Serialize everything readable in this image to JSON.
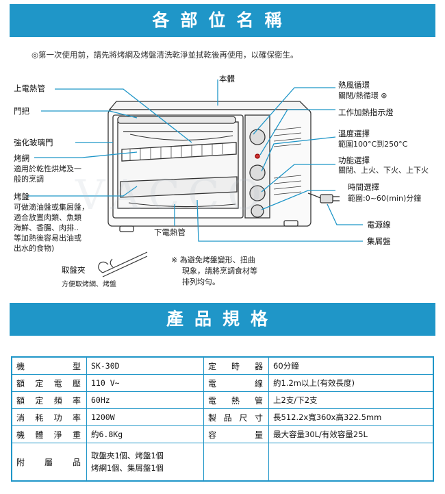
{
  "header": {
    "title": "各部位名稱"
  },
  "note_top": "◎第一次使用前，請先將烤網及烤盤清洗乾淨並拭乾後再使用，以確保衛生。",
  "labels": {
    "upper_heater": "上電熱管",
    "body": "本體",
    "handle": "門把",
    "glass": "強化玻璃門",
    "rack": "烤網",
    "rack_desc_1": "適用於乾性烘烤及一",
    "rack_desc_2": "般的烹調",
    "tray": "烤盤",
    "tray_desc_1": "可做滴油盤或集屑盤，",
    "tray_desc_2": "適合放置肉類、魚類",
    "tray_desc_3": "海鮮、香腸、肉排..",
    "tray_desc_4": "等加熱後容易出油或",
    "tray_desc_5": "出水的食物)",
    "tongs": "取盤夾",
    "tongs_desc": "方便取烤網、烤盤",
    "lower_heater": "下電熱管",
    "warning_1": "※ 為避免烤盤變形、扭曲",
    "warning_2": "現象，請將烹調食材等",
    "warning_3": "排列均勻。",
    "convection": "熱風循環",
    "convection_desc": "關閉/熱循環",
    "indicator": "工作加熱指示燈",
    "temp": "溫度選擇",
    "temp_desc": "範圍100°C到250°C",
    "function": "功能選擇",
    "function_desc": "關閉、上火、下火、上下火",
    "timer": "時間選擇",
    "timer_desc": "範圍:0~60(min)分鐘",
    "cord": "電源線",
    "crumb_tray": "集屑盤"
  },
  "spec_header": {
    "title": "產品規格"
  },
  "spec": {
    "rows": [
      {
        "k1": "機型",
        "v1": "SK-30D",
        "k2": "定時器",
        "v2": "60分鐘"
      },
      {
        "k1": "額定電壓",
        "v1": "110 V~",
        "k2": "電線",
        "v2": "約1.2m以上(有效長度)"
      },
      {
        "k1": "額定頻率",
        "v1": "60Hz",
        "k2": "電熱管",
        "v2": "上2支/下2支"
      },
      {
        "k1": "消耗功率",
        "v1": "1200W",
        "k2": "製品尺寸",
        "v2": "長512.2x寬360x高322.5mm"
      },
      {
        "k1": "機體淨重",
        "v1": "約6.8Kg",
        "k2": "容量",
        "v2": "最大容量30L/有效容量25L"
      }
    ],
    "accessories_label": "附屬品",
    "accessories_1": "取盤夾1個、烤盤1個",
    "accessories_2": "烤網1個、集屑盤1個"
  },
  "colors": {
    "accent": "#1f96c8",
    "line": "#1f96c8"
  }
}
